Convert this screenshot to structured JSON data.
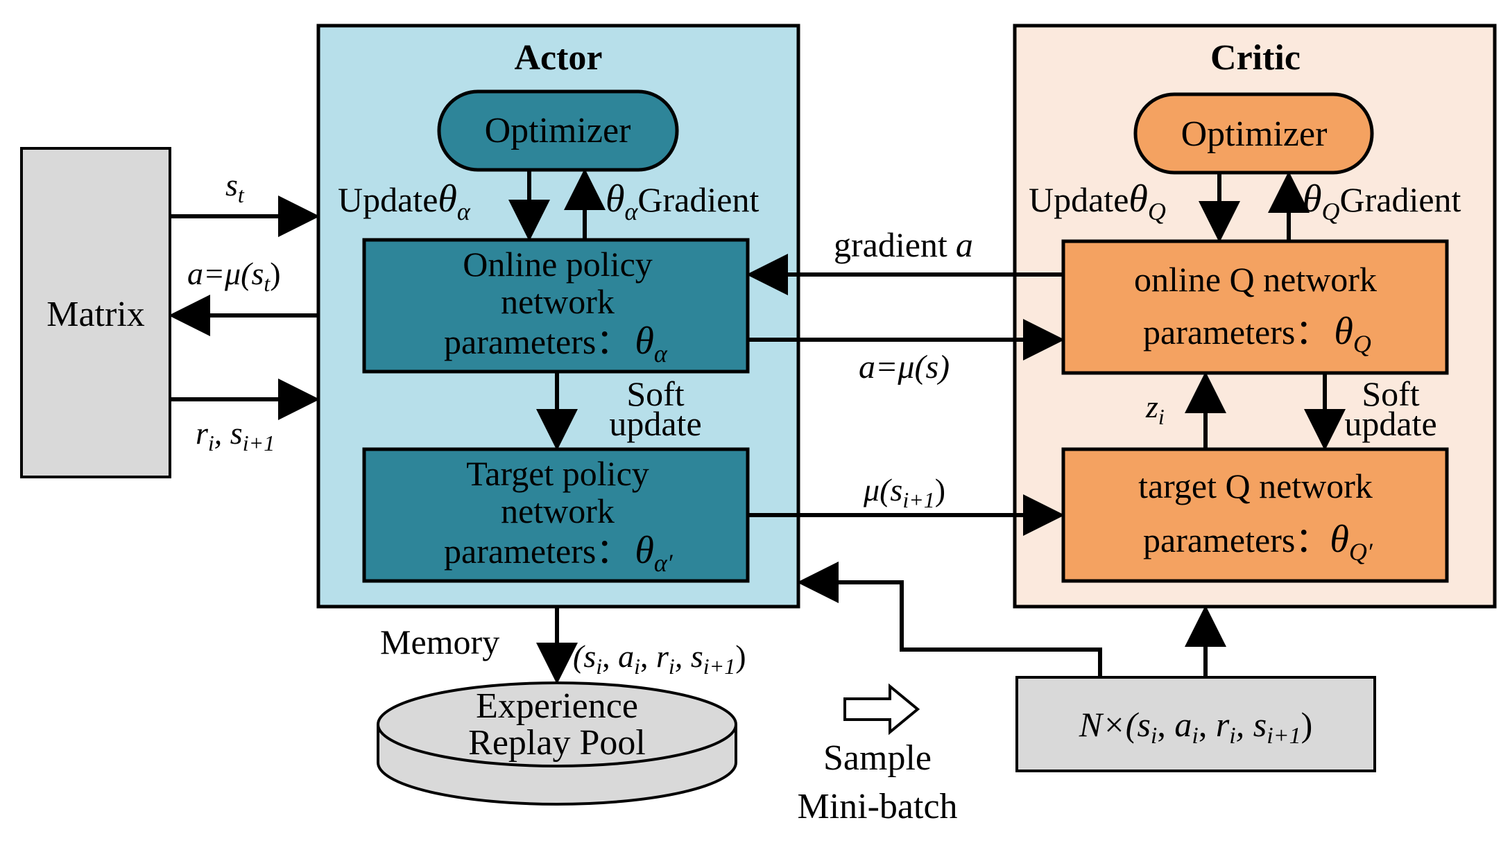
{
  "colors": {
    "actor_bg": "#b7dfea",
    "critic_bg": "#fbe9dd",
    "actor_net": "#2e8599",
    "critic_net": "#f4a261",
    "actor_opt": "#2e8599",
    "critic_opt": "#f4a261",
    "gray": "#d9d9d9",
    "stroke": "#000000"
  },
  "actor": {
    "title": "Actor"
  },
  "critic": {
    "title": "Critic"
  },
  "matrix": {
    "label": "Matrix"
  },
  "actor_optimizer": {
    "label": "Optimizer"
  },
  "critic_optimizer": {
    "label": "Optimizer"
  },
  "actor_online": {
    "line1": "Online policy",
    "line2": "network",
    "line3": "parameters："
  },
  "actor_target": {
    "line1": "Target policy",
    "line2": "network",
    "line3": "parameters："
  },
  "critic_online": {
    "line1": "online Q network",
    "line2": "parameters："
  },
  "critic_target": {
    "line1": "target Q network",
    "line2": "parameters："
  },
  "labels": {
    "update": "Update",
    "gradient": "Gradient",
    "soft": "Soft",
    "update_lower": "update",
    "gradient_a_word": "gradient",
    "a_symbol": "a",
    "memory": "Memory",
    "sample": "Sample",
    "mini_batch": "Mini-batch",
    "pool_line1": "Experience",
    "pool_line2": "Replay Pool",
    "theta": "θ",
    "sub_alpha": "α",
    "sub_alpha_prime": "α′",
    "sub_Q": "Q",
    "sub_Q_prime": "Q′",
    "st_s": "s",
    "st_t": "t",
    "a_eq_mu_st": "a=μ(s",
    "close_paren": ")",
    "ri": "r",
    "si1": ", s",
    "sub_i": "i",
    "sub_i1": "i+1",
    "a_eq_mu_s": "a=μ(s)",
    "mu_s": "μ(s",
    "z": "z",
    "memory_tuple": "(s",
    "minibatch_tuple": "N×(s"
  }
}
